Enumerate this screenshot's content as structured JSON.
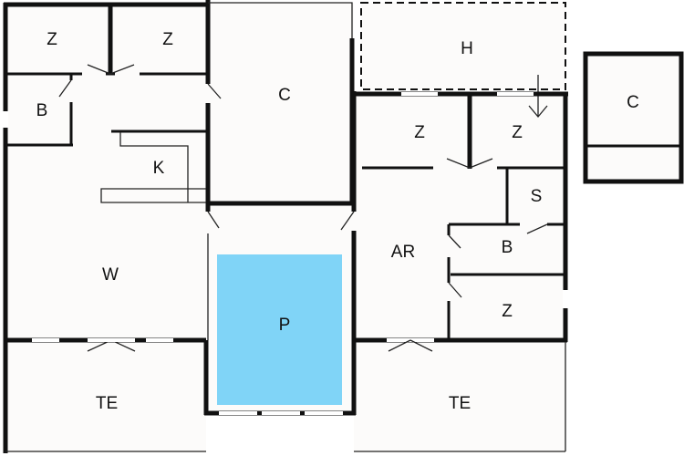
{
  "title": "Floor plan",
  "rooms": {
    "z1": "Z",
    "z2": "Z",
    "b1": "B",
    "k": "K",
    "w": "W",
    "c1": "C",
    "h": "H",
    "c2": "C",
    "z3": "Z",
    "z4": "Z",
    "s": "S",
    "ar": "AR",
    "b2": "B",
    "z5": "Z",
    "p": "P",
    "te1": "TE",
    "te2": "TE"
  },
  "colors": {
    "pool": "#80d4f7",
    "floor": "#fcfbfa",
    "wall": "#111111"
  }
}
